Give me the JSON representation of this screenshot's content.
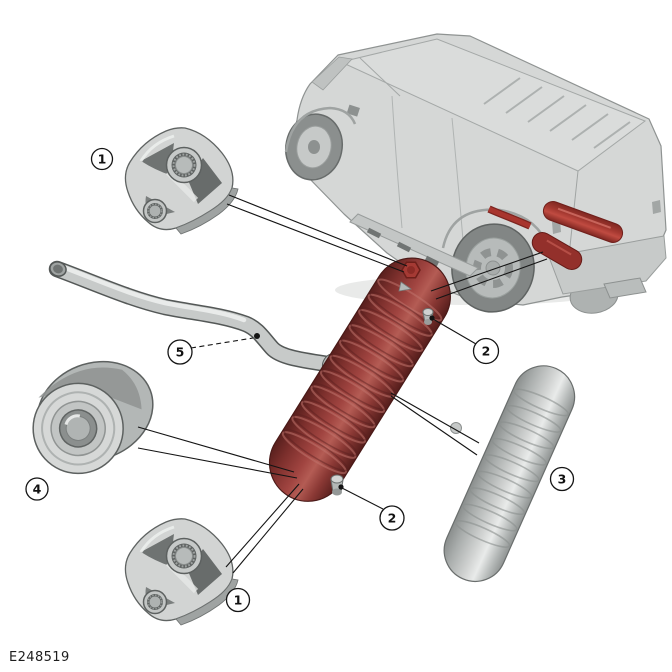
{
  "figure": {
    "code": "E248519",
    "callouts": [
      {
        "label": "1"
      },
      {
        "label": "2"
      },
      {
        "label": "2"
      },
      {
        "label": "3"
      },
      {
        "label": "4"
      },
      {
        "label": "5"
      },
      {
        "label": "1"
      }
    ]
  },
  "colors": {
    "background": "#ffffff",
    "leader_line": "#141414",
    "vehicle_gray": "#d5d7d6",
    "metal_gray": "#c7cac9",
    "shield_gray": "#d2d4d3",
    "muffler_red_mid": "#a04440",
    "muffler_red_dark": "#571f1d",
    "exhaust_highlight_red": "#a8352e"
  }
}
